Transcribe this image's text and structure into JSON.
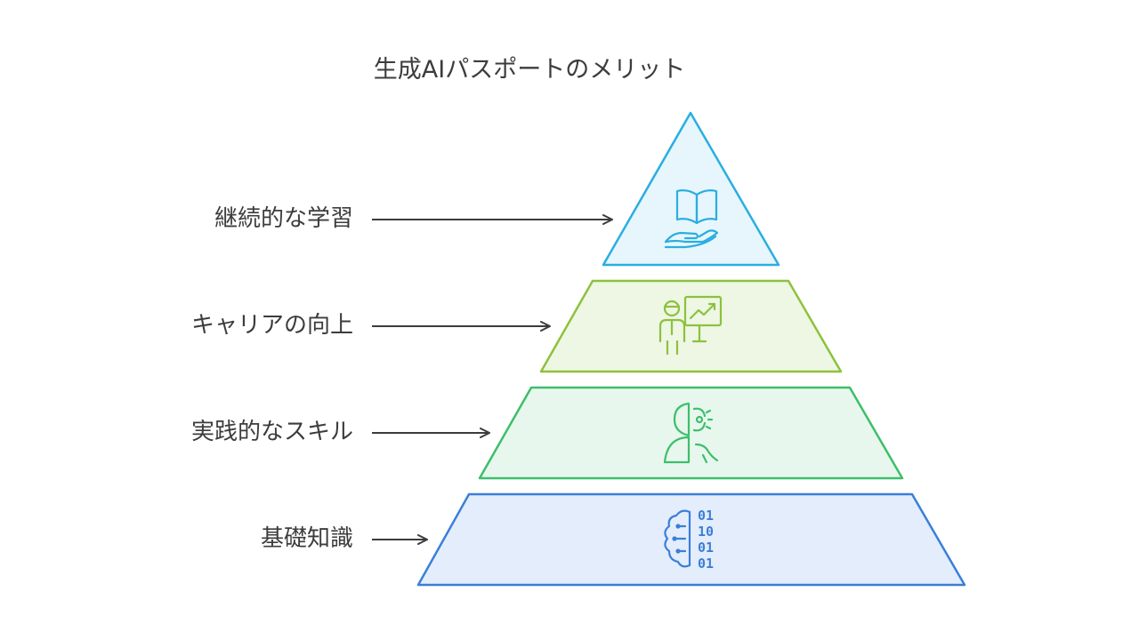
{
  "title": "生成AIパスポートのメリット",
  "levels": [
    {
      "label": "継続的な学習",
      "icon": "open-book-hand-icon",
      "stroke": "#2aaee0",
      "fill": "#e6f6fc"
    },
    {
      "label": "キャリアの向上",
      "icon": "presenter-chart-icon",
      "stroke": "#8cc23c",
      "fill": "#eef6e4"
    },
    {
      "label": "実践的なスキル",
      "icon": "head-gear-icon",
      "stroke": "#3cbf6a",
      "fill": "#e8f7ee"
    },
    {
      "label": "基礎知識",
      "icon": "brain-binary-icon",
      "stroke": "#3a7fd9",
      "fill": "#e4edfb"
    }
  ],
  "binary": [
    "01",
    "10",
    "01",
    "01"
  ],
  "arrow_color": "#3c3c3c"
}
